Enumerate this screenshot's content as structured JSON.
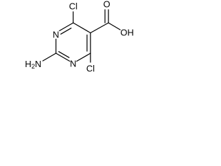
{
  "structure": {
    "atoms": {
      "cl_top": "Cl",
      "cl_bottom": "Cl",
      "n_ring_upper": "N",
      "n_ring_lower": "N",
      "nh2": "H2N",
      "oh": "OH",
      "o_carbonyl": "O"
    }
  },
  "colors": {
    "bond": "#000000",
    "label": "#000000",
    "background": "#ffffff"
  }
}
